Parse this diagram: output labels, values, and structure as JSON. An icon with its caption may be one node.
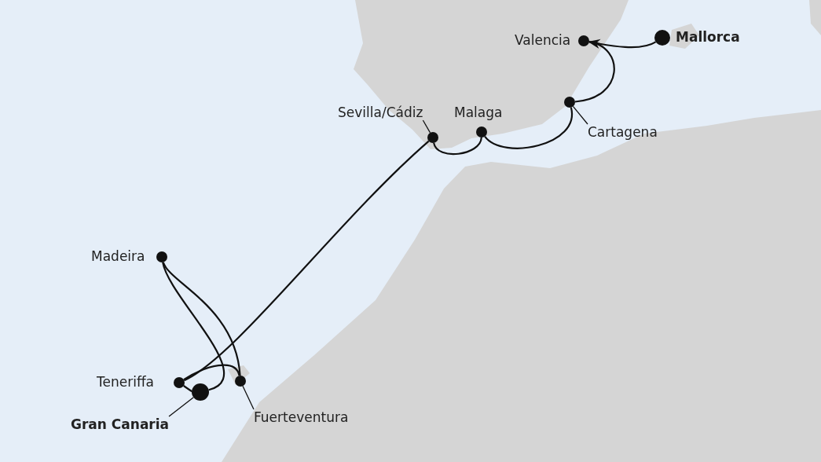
{
  "diagram": {
    "nodes": [
      {
        "text": [
          "Mallorca"
        ]
      },
      {
        "text": [
          "Valencia"
        ]
      },
      {
        "text": [
          "Cartagena"
        ]
      },
      {
        "text": [],
        "shape": "circle"
      },
      {
        "text": [
          "Malaga"
        ]
      },
      {
        "text": [
          "Sevilla/Cádiz"
        ]
      },
      {
        "text": [],
        "shape": "circle"
      },
      {
        "text": [
          "Madeira"
        ]
      },
      {
        "text": [
          "Teneriffa"
        ]
      },
      {
        "text": [
          "Gran Canaria"
        ]
      },
      {
        "text": [],
        "shape": "circle"
      },
      {
        "text": [
          "Fuerteventura"
        ]
      },
      {
        "text": [],
        "shape": "circle"
      }
    ],
    "edges": [
      {
        "from": 0,
        "to": 1,
        "arrow": "to"
      },
      {
        "from": 1,
        "to": 3,
        "arrow": "none"
      },
      {
        "from": 3,
        "to": 4,
        "arrow": "none"
      },
      {
        "from": 4,
        "to": 6,
        "arrow": "none"
      },
      {
        "from": 6,
        "to": 8,
        "arrow": "none"
      },
      {
        "from": 8,
        "to": 12,
        "arrow": "none"
      },
      {
        "from": 8,
        "to": 10,
        "arrow": "none"
      },
      {
        "from": 7,
        "to": 10,
        "arrow": "none"
      },
      {
        "from": 7,
        "to": 12,
        "arrow": "none"
      },
      {
        "from": 2,
        "to": 3,
        "arrow": "none"
      },
      {
        "from": 5,
        "to": 6,
        "arrow": "none"
      },
      {
        "from": 9,
        "to": 10,
        "arrow": "none"
      },
      {
        "from": 11,
        "to": 12,
        "arrow": "none"
      }
    ]
  }
}
